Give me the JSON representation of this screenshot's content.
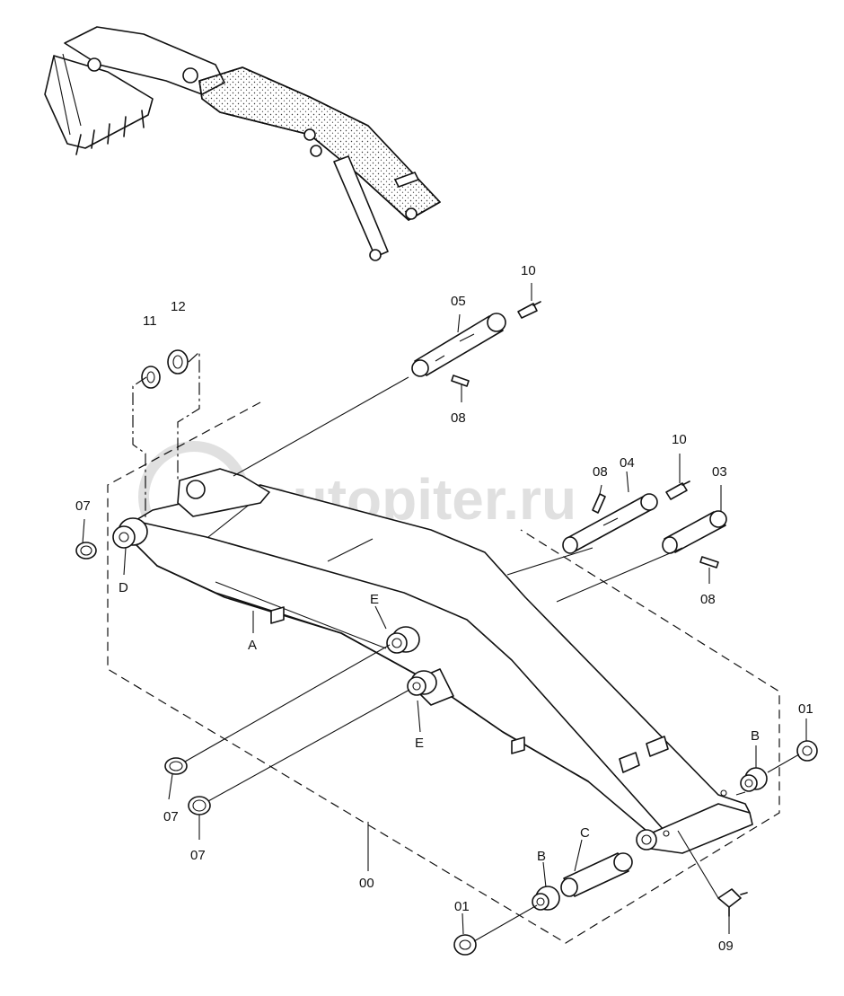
{
  "watermark": "autopiter.ru",
  "callouts": {
    "c00": "00",
    "c01a": "01",
    "c01b": "01",
    "c03": "03",
    "c04": "04",
    "c05": "05",
    "c07a": "07",
    "c07b": "07",
    "c07c": "07",
    "c08a": "08",
    "c08b": "08",
    "c08c": "08",
    "c09": "09",
    "c10a": "10",
    "c10b": "10",
    "c11": "11",
    "c12": "12",
    "A": "A",
    "Ba": "B",
    "Bb": "B",
    "C": "C",
    "D": "D",
    "Ea": "E",
    "Eb": "E"
  }
}
